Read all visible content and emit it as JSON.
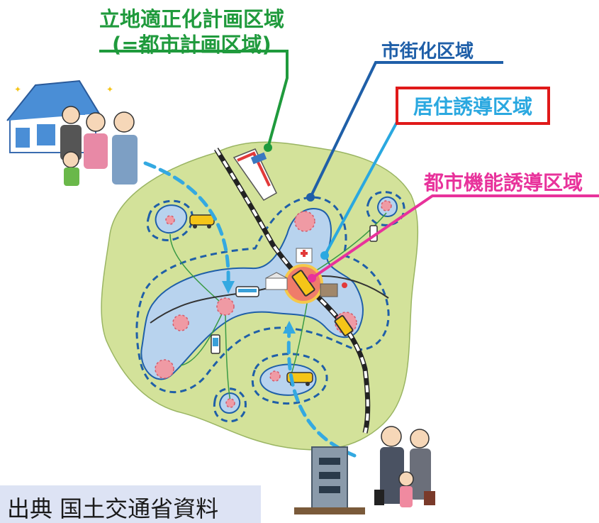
{
  "labels": {
    "plan_area_line1": "立地適正化計画区域",
    "plan_area_line2": "(=都市計画区域)",
    "urbanization_area": "市街化区域",
    "residence_induction_area": "居住誘導区域",
    "urban_function_induction_area": "都市機能誘導区域"
  },
  "credit": "出典 国土交通省資料",
  "colors": {
    "plan_area": "#1f9a3c",
    "urbanization_area": "#1f5fa8",
    "residence_induction_area": "#2aa8e0",
    "urban_function_induction_area": "#e8329b",
    "highlight_box": "#e01919",
    "land": "#d3e29a",
    "residence_zone": "#b8d3ee",
    "core_circle": "#ef9aa4",
    "credit_bg": "#dde3f4"
  }
}
